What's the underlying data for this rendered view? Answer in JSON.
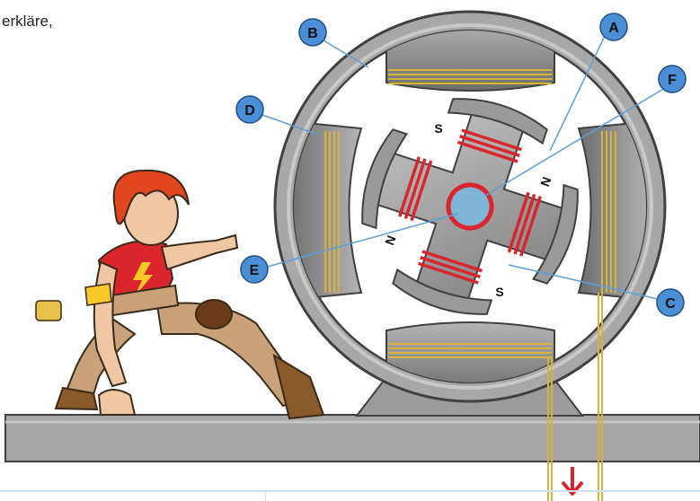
{
  "intro_text": "erkläre,",
  "labels": {
    "a": "A",
    "b": "B",
    "c": "C",
    "d": "D",
    "e": "E",
    "f": "F"
  },
  "pole_marks": {
    "top": "S",
    "right": "N",
    "bottom": "S",
    "left": "N"
  },
  "colors": {
    "housing": "#a8a8a8",
    "housing_outline": "#404040",
    "interior": "#ffffff",
    "pole_piece": "#8c8c8c",
    "field_coil": "#d8b33a",
    "rotor": "#9a9a9a",
    "rotor_coil": "#d9252b",
    "shaft": "#7fb6d8",
    "label_circle": "#4a8fd6",
    "leader_line": "#5aa0d8",
    "arrow": "#d9252b",
    "bench": "#a8a8a8"
  },
  "icons": {
    "arrow": "down-arrow-icon",
    "character": "heroine-illustration"
  }
}
